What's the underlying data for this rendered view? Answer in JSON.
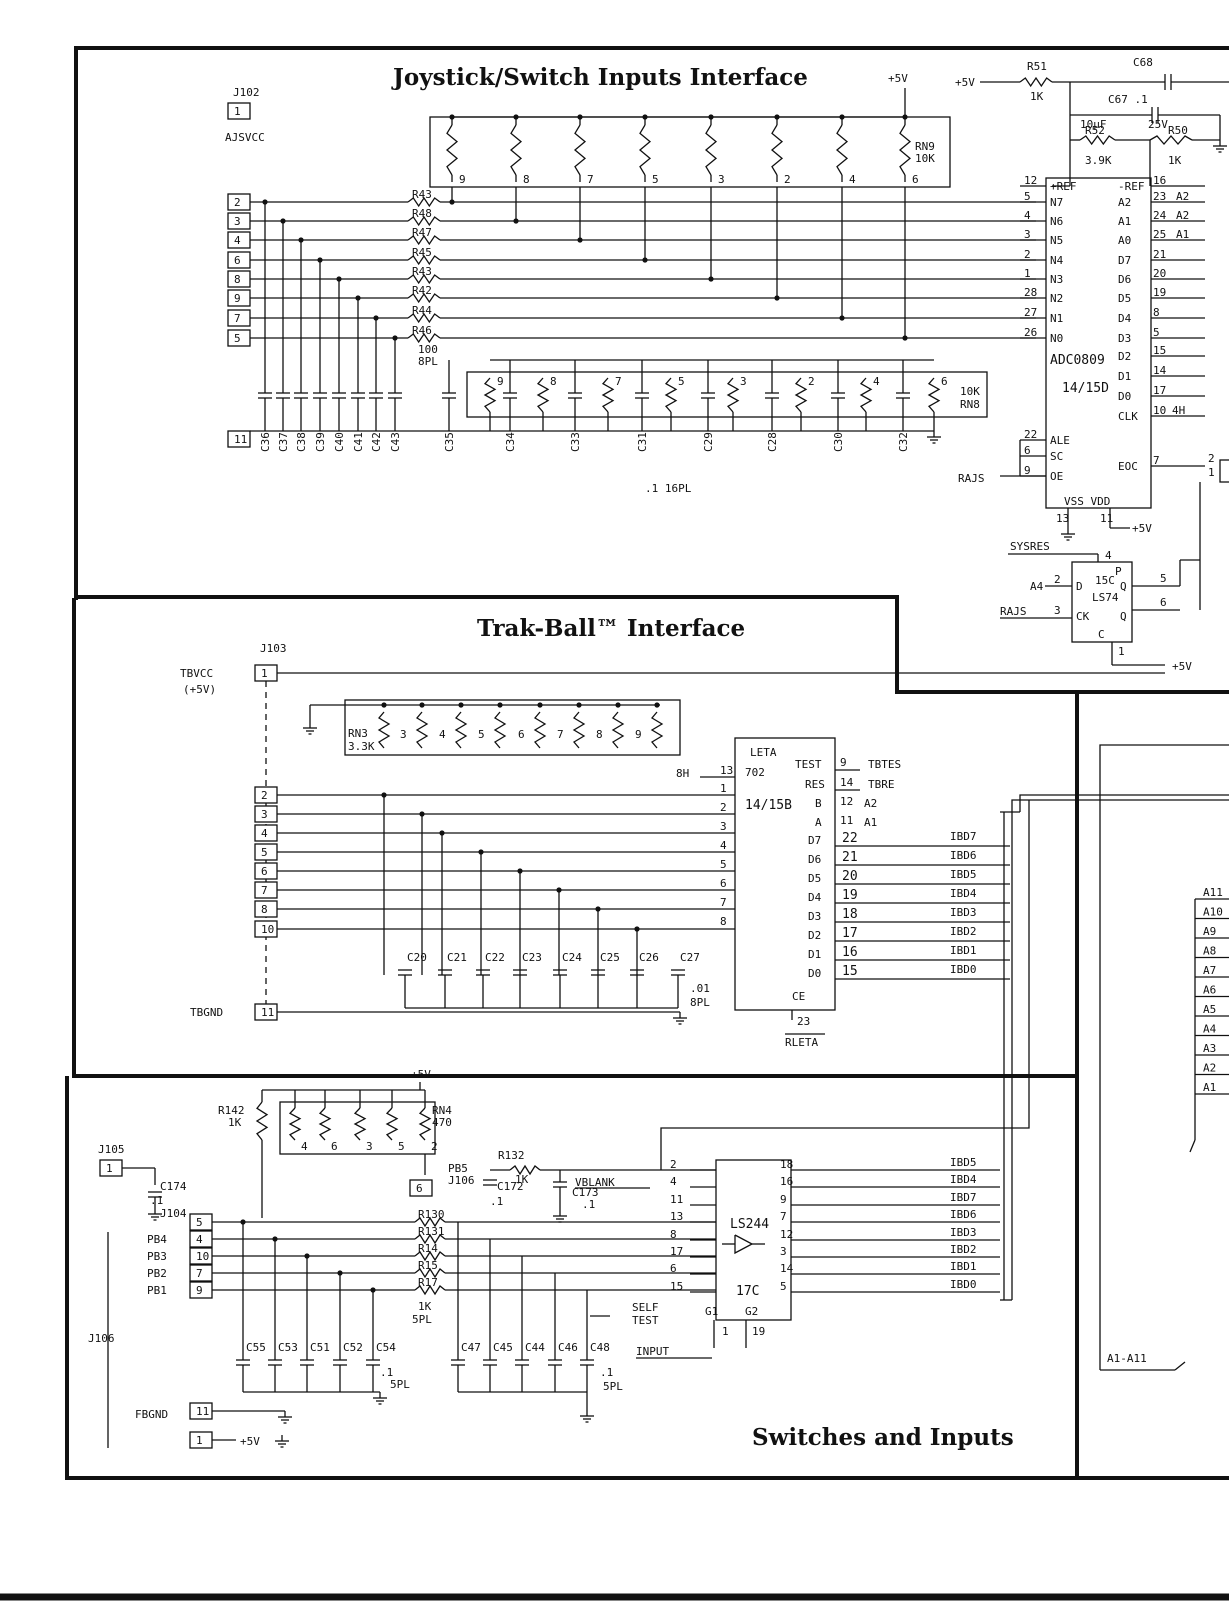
{
  "sections": {
    "joystick": {
      "title": "Joystick/Switch Inputs Interface",
      "connector": "J102",
      "connector_net": "AJSVCC",
      "pins": [
        "2",
        "3",
        "4",
        "6",
        "8",
        "9",
        "7",
        "5"
      ],
      "gnd_pin": "11",
      "resistors": [
        "R43",
        "R48",
        "R47",
        "R45",
        "R43",
        "R42",
        "R44",
        "R46"
      ],
      "res_value": "100",
      "res_note": "8PL",
      "caps": [
        "C36",
        "C37",
        "C38",
        "C39",
        "C40",
        "C41",
        "C42",
        "C43",
        "C35",
        "C34",
        "C33",
        "C31",
        "C29",
        "C28",
        "C30",
        "C32"
      ],
      "cap_note": ".1  16PL",
      "rn_top": "RN9",
      "rn_top_value": "10K",
      "rn_bottom": "10K",
      "rn_bottom_name": "RN8",
      "rn_pins_top": [
        "9",
        "8",
        "7",
        "5",
        "3",
        "2",
        "4",
        "6"
      ],
      "rn_pins_bottom": [
        "9",
        "8",
        "7",
        "5",
        "3",
        "2",
        "4",
        "6"
      ],
      "supply": "+5V",
      "adc": {
        "name": "ADC0809",
        "loc": "14/15D",
        "left_pins": [
          {
            "num": "12",
            "name": "+REF"
          },
          {
            "num": "5",
            "name": "N7"
          },
          {
            "num": "4",
            "name": "N6"
          },
          {
            "num": "3",
            "name": "N5"
          },
          {
            "num": "2",
            "name": "N4"
          },
          {
            "num": "1",
            "name": "N3"
          },
          {
            "num": "28",
            "name": "N2"
          },
          {
            "num": "27",
            "name": "N1"
          },
          {
            "num": "26",
            "name": "N0"
          },
          {
            "num": "22",
            "name": "ALE"
          },
          {
            "num": "6",
            "name": "SC"
          },
          {
            "num": "9",
            "name": "OE"
          }
        ],
        "right_pins": [
          {
            "num": "16",
            "name": "-REF"
          },
          {
            "num": "23",
            "name": "A2"
          },
          {
            "num": "24",
            "name": "A1"
          },
          {
            "num": "25",
            "name": "A0"
          },
          {
            "num": "21",
            "name": "D7"
          },
          {
            "num": "20",
            "name": "D6"
          },
          {
            "num": "19",
            "name": "D5"
          },
          {
            "num": "8",
            "name": "D4"
          },
          {
            "num": "5",
            "name": "D3"
          },
          {
            "num": "15",
            "name": "D2"
          },
          {
            "num": "14",
            "name": "D1"
          },
          {
            "num": "17",
            "name": "D0"
          },
          {
            "num": "10",
            "name": "CLK"
          },
          {
            "num": "7",
            "name": "EOC"
          }
        ],
        "addr_out": [
          "A2",
          "A2",
          "A1"
        ],
        "clk_net": "4H",
        "bottom": "VSS  VDD",
        "gnd_pin": "13",
        "vdd_pin": "11",
        "vdd_net": "+5V",
        "rajs": "RAJS",
        "eoc_pins": [
          "2",
          "1"
        ]
      },
      "ref": {
        "r51": "R51",
        "r51_val": "1K",
        "supply": "+5V",
        "c68": "C68",
        "c67": "C67 .1",
        "c_el": "10µF",
        "c_el_v": "25V",
        "r52": "R52",
        "r52_val": "3.9K",
        "r50": "R50",
        "r50_val": "1K"
      },
      "ff": {
        "loc": "15C",
        "part": "LS74",
        "sysres": "SYSRES",
        "pin4": "4",
        "p": "P",
        "d_net": "A4",
        "d_pin": "2",
        "d": "D",
        "ck_net": "RAJS",
        "ck_pin": "3",
        "ck": "CK",
        "q_pin": "5",
        "qn_pin": "6",
        "q": "Q",
        "qn": "Q",
        "c": "C",
        "c_pin": "1",
        "supply": "+5V"
      }
    },
    "trakball": {
      "title": "Trak-Ball™ Interface",
      "connector": "J103",
      "vcc": "TBVCC",
      "vcc_note": "(+5V)",
      "vcc_pin": "1",
      "pins": [
        "2",
        "3",
        "4",
        "5",
        "6",
        "7",
        "8",
        "10"
      ],
      "gnd": "TBGND",
      "gnd_pin": "11",
      "rn": "RN3",
      "rn_value": "3.3K",
      "rn_pins": [
        "3",
        "4",
        "5",
        "6",
        "7",
        "8",
        "9"
      ],
      "caps": [
        "C20",
        "C21",
        "C22",
        "C23",
        "C24",
        "C25",
        "C26",
        "C27"
      ],
      "cap_note": ".01",
      "cap_note2": "8PL",
      "chip": {
        "name": "LETA",
        "loc": "14/15B",
        "sub": "702",
        "in_pins": [
          "13",
          "1",
          "2",
          "3",
          "4",
          "5",
          "6",
          "7",
          "8"
        ],
        "in_net": "8H",
        "test": "TEST",
        "test_pin": "9",
        "test_net": "TBTES",
        "res": "RES",
        "res_pin": "14",
        "res_net": "TBRE",
        "b": "B",
        "b_pin": "12",
        "b_net": "A2",
        "a": "A",
        "a_pin": "11",
        "a_net": "A1",
        "outs": [
          {
            "name": "D7",
            "pin": "22",
            "net": "IBD7"
          },
          {
            "name": "D6",
            "pin": "21",
            "net": "IBD6"
          },
          {
            "name": "D5",
            "pin": "20",
            "net": "IBD5"
          },
          {
            "name": "D4",
            "pin": "19",
            "net": "IBD4"
          },
          {
            "name": "D3",
            "pin": "18",
            "net": "IBD3"
          },
          {
            "name": "D2",
            "pin": "17",
            "net": "IBD2"
          },
          {
            "name": "D1",
            "pin": "16",
            "net": "IBD1"
          },
          {
            "name": "D0",
            "pin": "15",
            "net": "IBD0"
          }
        ],
        "ce": "CE",
        "ce_pin": "23",
        "ce_net": "RLETA"
      }
    },
    "switches": {
      "title": "Switches and Inputs",
      "supply": "+5V",
      "r142": "R142",
      "r142_val": "1K",
      "rn": "RN4",
      "rn_val": "470",
      "rn_pins": [
        "4",
        "6",
        "3",
        "5",
        "2"
      ],
      "j105": "J105",
      "j105_pin": "1",
      "c174": "C174",
      "c174_val": ".1",
      "j104": "J104",
      "conn_pins": [
        "5",
        "4",
        "10",
        "7",
        "9"
      ],
      "pb_labels": [
        "PB4",
        "PB3",
        "PB2",
        "PB1"
      ],
      "j106": "J106",
      "pb5": "PB5",
      "pb5_conn": "J106",
      "pb5_pin": "6",
      "r132": "R132",
      "r132_val": "1K",
      "c172": "C172",
      "c172_val": ".1",
      "c173": "C173",
      "c173_val": ".1",
      "vblank": "VBLANK",
      "resistors": [
        "R130",
        "R131",
        "R14",
        "R15",
        "R17"
      ],
      "res_val": "1K",
      "res_note": "5PL",
      "caps_a": [
        "C55",
        "C53",
        "C51",
        "C52",
        "C54"
      ],
      "caps_b": [
        "C47",
        "C45",
        "C44",
        "C46",
        "C48"
      ],
      "cap_val": ".1",
      "cap_note": "5PL",
      "self_test": "SELF",
      "self_test2": "TEST",
      "input": "INPUT",
      "gnd_conn": "FBGND",
      "gnd_pins": [
        "11",
        "1"
      ],
      "gnd_net": "+5V",
      "buf": {
        "part": "LS244",
        "loc": "17C",
        "in_pins": [
          "2",
          "4",
          "11",
          "13",
          "8",
          "17",
          "6",
          "15"
        ],
        "out_pins": [
          "18",
          "16",
          "9",
          "7",
          "12",
          "3",
          "14",
          "5"
        ],
        "g1": "G1",
        "g2": "G2",
        "g1_pin": "1",
        "g2_pin": "19"
      },
      "outs": [
        "IBD5",
        "IBD4",
        "IBD7",
        "IBD6",
        "IBD3",
        "IBD2",
        "IBD1",
        "IBD0"
      ]
    },
    "right_bus": {
      "labels": [
        "A11",
        "A10",
        "A9",
        "A8",
        "A7",
        "A6",
        "A5",
        "A4",
        "A3",
        "A2",
        "A1"
      ],
      "bus": "A1-A11"
    }
  }
}
